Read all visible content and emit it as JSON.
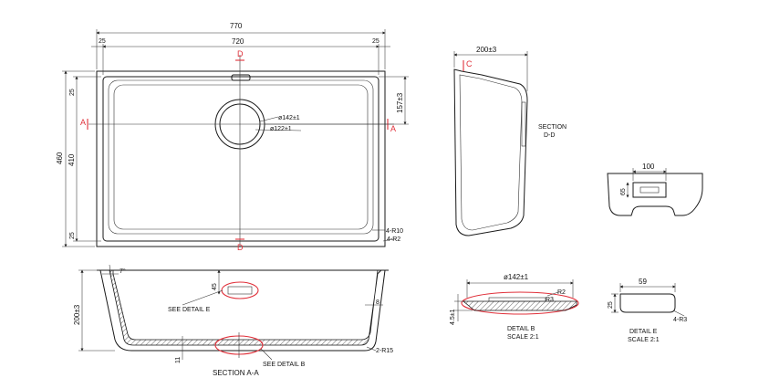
{
  "plan": {
    "overall_width": "770",
    "inner_width": "720",
    "edge_left": "25",
    "edge_right": "25",
    "overall_depth": "460",
    "inner_depth": "410",
    "edge_top": "25",
    "edge_bottom": "25",
    "drain_offset": "157±3",
    "drain_outer_dia": "ø142±1",
    "drain_inner_dia": "ø122±1",
    "corner_inner": "4-R10",
    "corner_outer": "4-R2",
    "mark_a_left": "A",
    "mark_a_right": "A",
    "mark_d_top": "D",
    "mark_d_bottom": "D"
  },
  "section_dd": {
    "width": "200±3",
    "mark_c": "C",
    "title_line1": "SECTION",
    "title_line2": "D-D"
  },
  "detail_c": {
    "width": "100",
    "height": "65"
  },
  "section_aa": {
    "angle": "7°",
    "depth": "200±3",
    "lip": "45",
    "wall": "8",
    "bottom": "11",
    "radius": "2-R15",
    "see_detail_e": "SEE DETAIL E",
    "see_detail_b": "SEE DETAIL B",
    "title": "SECTION A-A"
  },
  "detail_b": {
    "dia": "ø142±1",
    "r2": "R2",
    "r3": "R3",
    "height": "4.5±1",
    "title": "DETAIL B",
    "scale": "SCALE 2:1"
  },
  "detail_e": {
    "width": "59",
    "height": "25",
    "radius": "4-R3",
    "title": "DETAIL E",
    "scale": "SCALE 2:1"
  }
}
